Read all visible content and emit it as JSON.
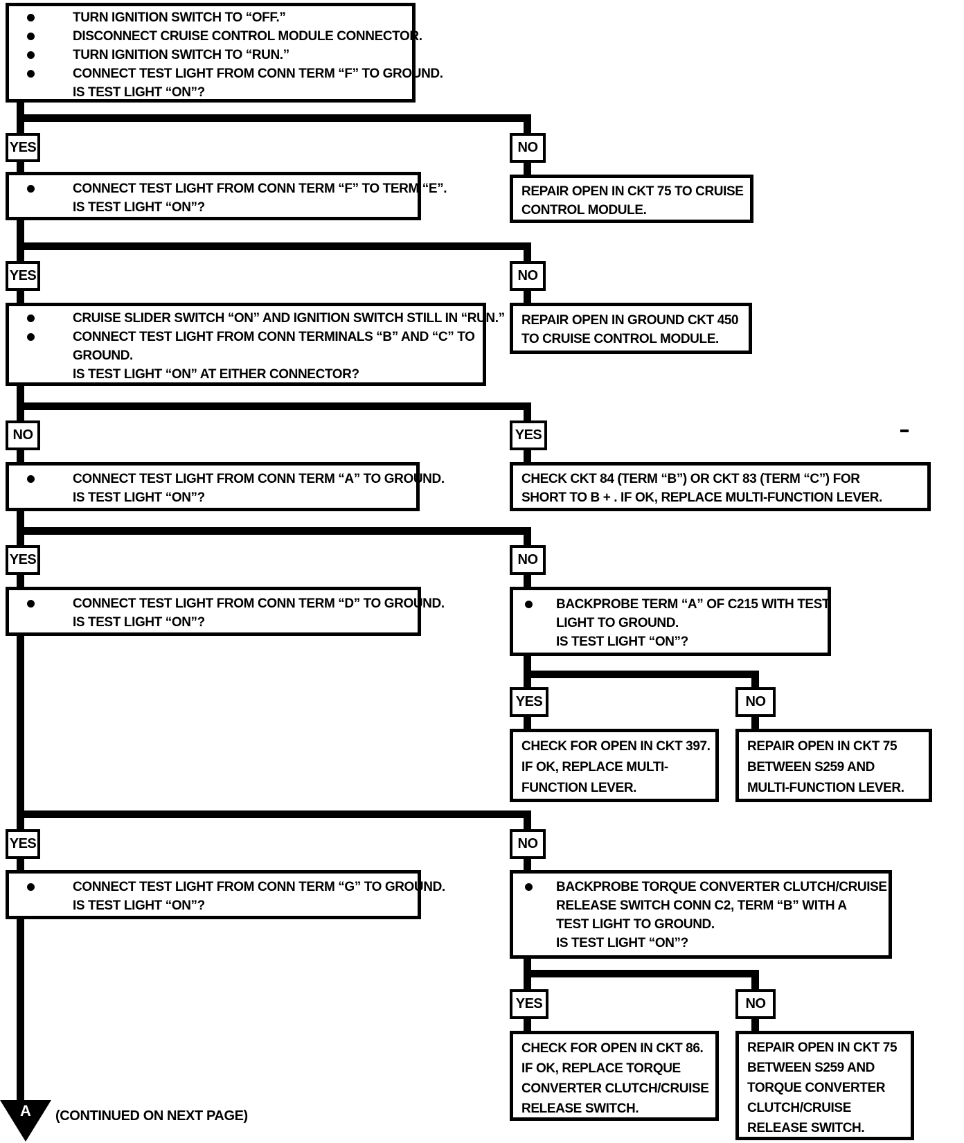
{
  "page": {
    "background": "#ffffff",
    "ink": "#000000"
  },
  "labels": {
    "yes": "YES",
    "no": "NO"
  },
  "connector": {
    "letter": "A",
    "note": "(CONTINUED ON NEXT PAGE)"
  },
  "nodes": {
    "q1": {
      "lines": [
        "TURN IGNITION SWITCH TO “OFF.”",
        "DISCONNECT CRUISE CONTROL MODULE CONNECTOR.",
        "TURN IGNITION SWITCH TO “RUN.”",
        "CONNECT TEST LIGHT FROM CONN TERM “F” TO GROUND.",
        "IS TEST LIGHT “ON”?"
      ]
    },
    "q2": {
      "lines": [
        "CONNECT TEST LIGHT FROM CONN TERM “F” TO TERM “E”.",
        "IS TEST LIGHT “ON”?"
      ]
    },
    "a1": {
      "lines": [
        "REPAIR OPEN IN CKT 75 TO CRUISE",
        "CONTROL MODULE."
      ]
    },
    "q3": {
      "lines": [
        "CRUISE SLIDER SWITCH “ON” AND IGNITION SWITCH STILL IN “RUN.”",
        "CONNECT TEST LIGHT FROM CONN TERMINALS “B” AND “C” TO",
        "GROUND.",
        "IS TEST LIGHT “ON” AT EITHER CONNECTOR?"
      ]
    },
    "a2": {
      "lines": [
        "REPAIR OPEN IN GROUND CKT 450",
        "TO CRUISE CONTROL MODULE."
      ]
    },
    "q4": {
      "lines": [
        "CONNECT TEST LIGHT FROM CONN TERM “A” TO GROUND.",
        "IS TEST LIGHT “ON”?"
      ]
    },
    "a3": {
      "lines": [
        "CHECK CKT 84 (TERM “B”) OR CKT 83 (TERM “C”) FOR",
        "SHORT TO B + . IF OK, REPLACE MULTI-FUNCTION LEVER."
      ]
    },
    "q5": {
      "lines": [
        "CONNECT TEST LIGHT FROM CONN TERM “D” TO GROUND.",
        "IS TEST LIGHT “ON”?"
      ]
    },
    "q6": {
      "lines": [
        "BACKPROBE TERM “A” OF C215 WITH TEST",
        "LIGHT TO GROUND.",
        "IS TEST LIGHT “ON”?"
      ]
    },
    "a4": {
      "lines": [
        "CHECK FOR OPEN IN CKT 397.",
        "IF OK, REPLACE MULTI-",
        "FUNCTION LEVER."
      ]
    },
    "a5": {
      "lines": [
        "REPAIR OPEN IN CKT 75",
        "BETWEEN S259 AND",
        "MULTI-FUNCTION LEVER."
      ]
    },
    "q7": {
      "lines": [
        "CONNECT TEST LIGHT FROM CONN TERM “G” TO GROUND.",
        "IS TEST LIGHT “ON”?"
      ]
    },
    "q8": {
      "lines": [
        "BACKPROBE TORQUE CONVERTER CLUTCH/CRUISE",
        "RELEASE SWITCH CONN C2, TERM “B” WITH A",
        "TEST LIGHT TO GROUND.",
        "IS TEST LIGHT “ON”?"
      ]
    },
    "a6": {
      "lines": [
        "CHECK FOR OPEN IN CKT 86.",
        "IF OK, REPLACE TORQUE",
        "CONVERTER CLUTCH/CRUISE",
        "RELEASE SWITCH."
      ]
    },
    "a7": {
      "lines": [
        "REPAIR OPEN IN CKT 75",
        "BETWEEN S259 AND",
        "TORQUE CONVERTER",
        "CLUTCH/CRUISE",
        "RELEASE SWITCH."
      ]
    }
  }
}
